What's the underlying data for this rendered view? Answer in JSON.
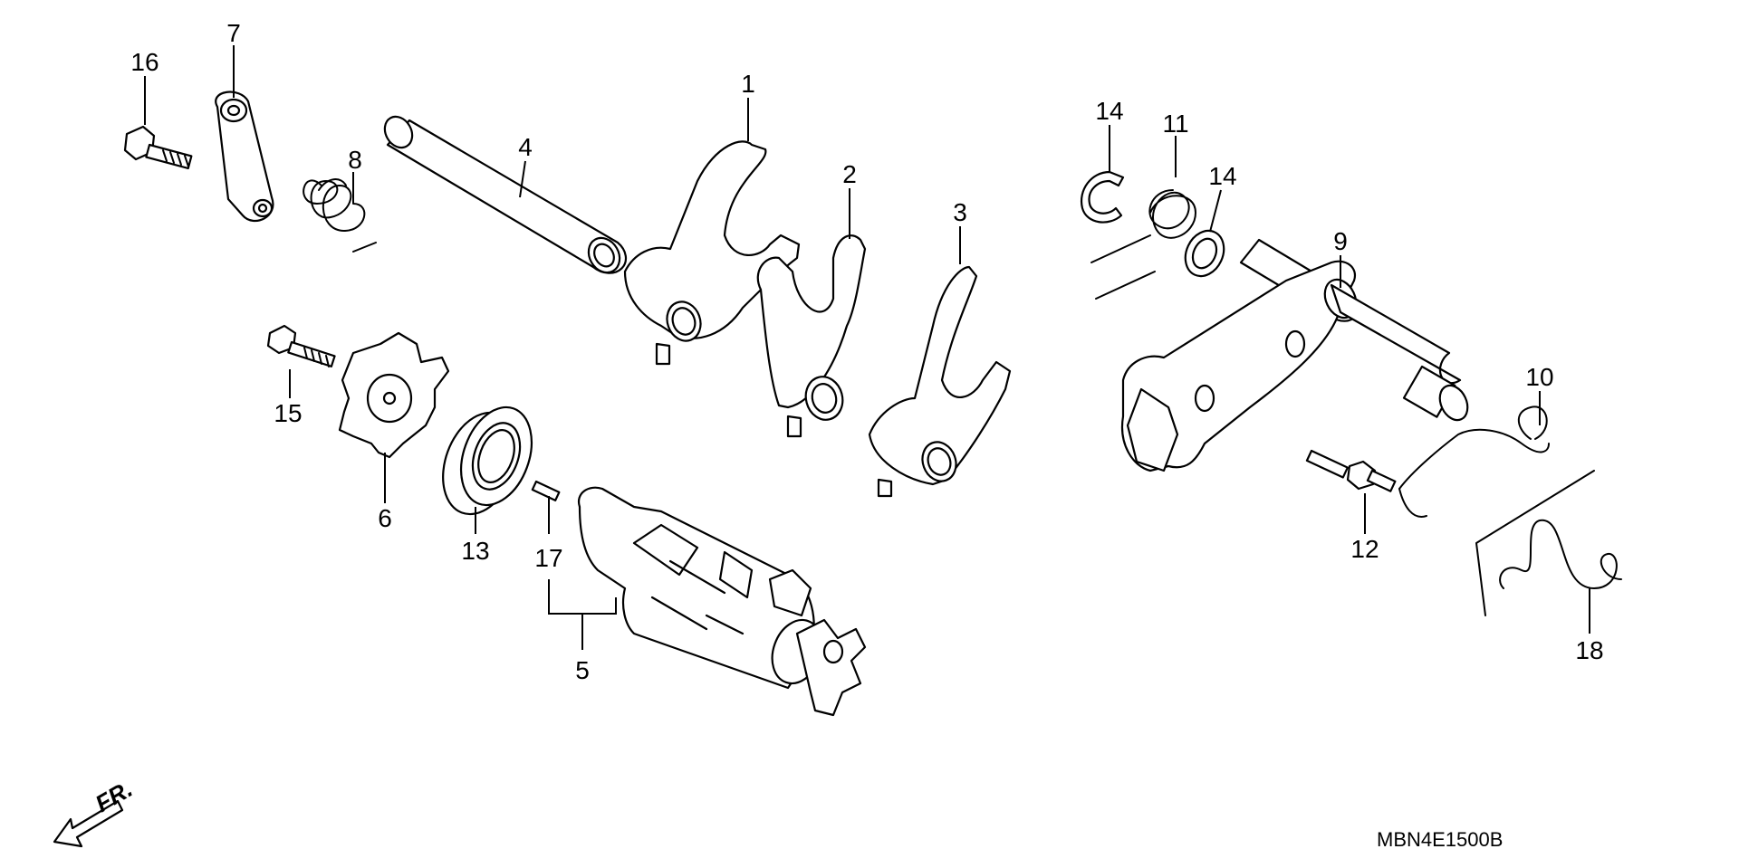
{
  "diagram": {
    "callouts": {
      "c1": "1",
      "c2": "2",
      "c3": "3",
      "c4": "4",
      "c5": "5",
      "c6": "6",
      "c7": "7",
      "c8": "8",
      "c9": "9",
      "c10": "10",
      "c11": "11",
      "c12": "12",
      "c13": "13",
      "c14a": "14",
      "c14b": "14",
      "c15": "15",
      "c16": "16",
      "c17": "17",
      "c18": "18"
    },
    "direction_label": "FR.",
    "diagram_code": "MBN4E1500B"
  }
}
